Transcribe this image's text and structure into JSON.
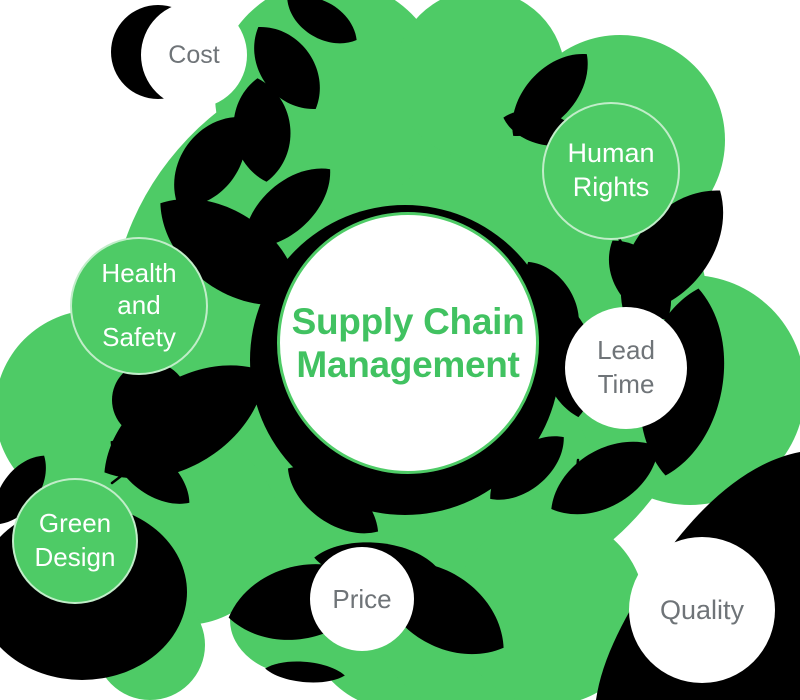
{
  "center": {
    "lines": [
      "Supply Chain",
      "Management"
    ]
  },
  "nodes": {
    "cost": {
      "label": "Cost"
    },
    "human_rights": {
      "lines": [
        "Human",
        "Rights"
      ]
    },
    "health_and_safety": {
      "lines": [
        "Health",
        "and",
        "Safety"
      ]
    },
    "lead_time": {
      "lines": [
        "Lead",
        "Time"
      ]
    },
    "green_design": {
      "lines": [
        "Green",
        "Design"
      ]
    },
    "price": {
      "label": "Price"
    },
    "quality": {
      "label": "Quality"
    }
  },
  "colors": {
    "green": "#4ecb66",
    "center_text_green": "#41c261",
    "gray_text": "#6f7478",
    "leaf_black": "#000000",
    "circle_white": "#ffffff"
  }
}
